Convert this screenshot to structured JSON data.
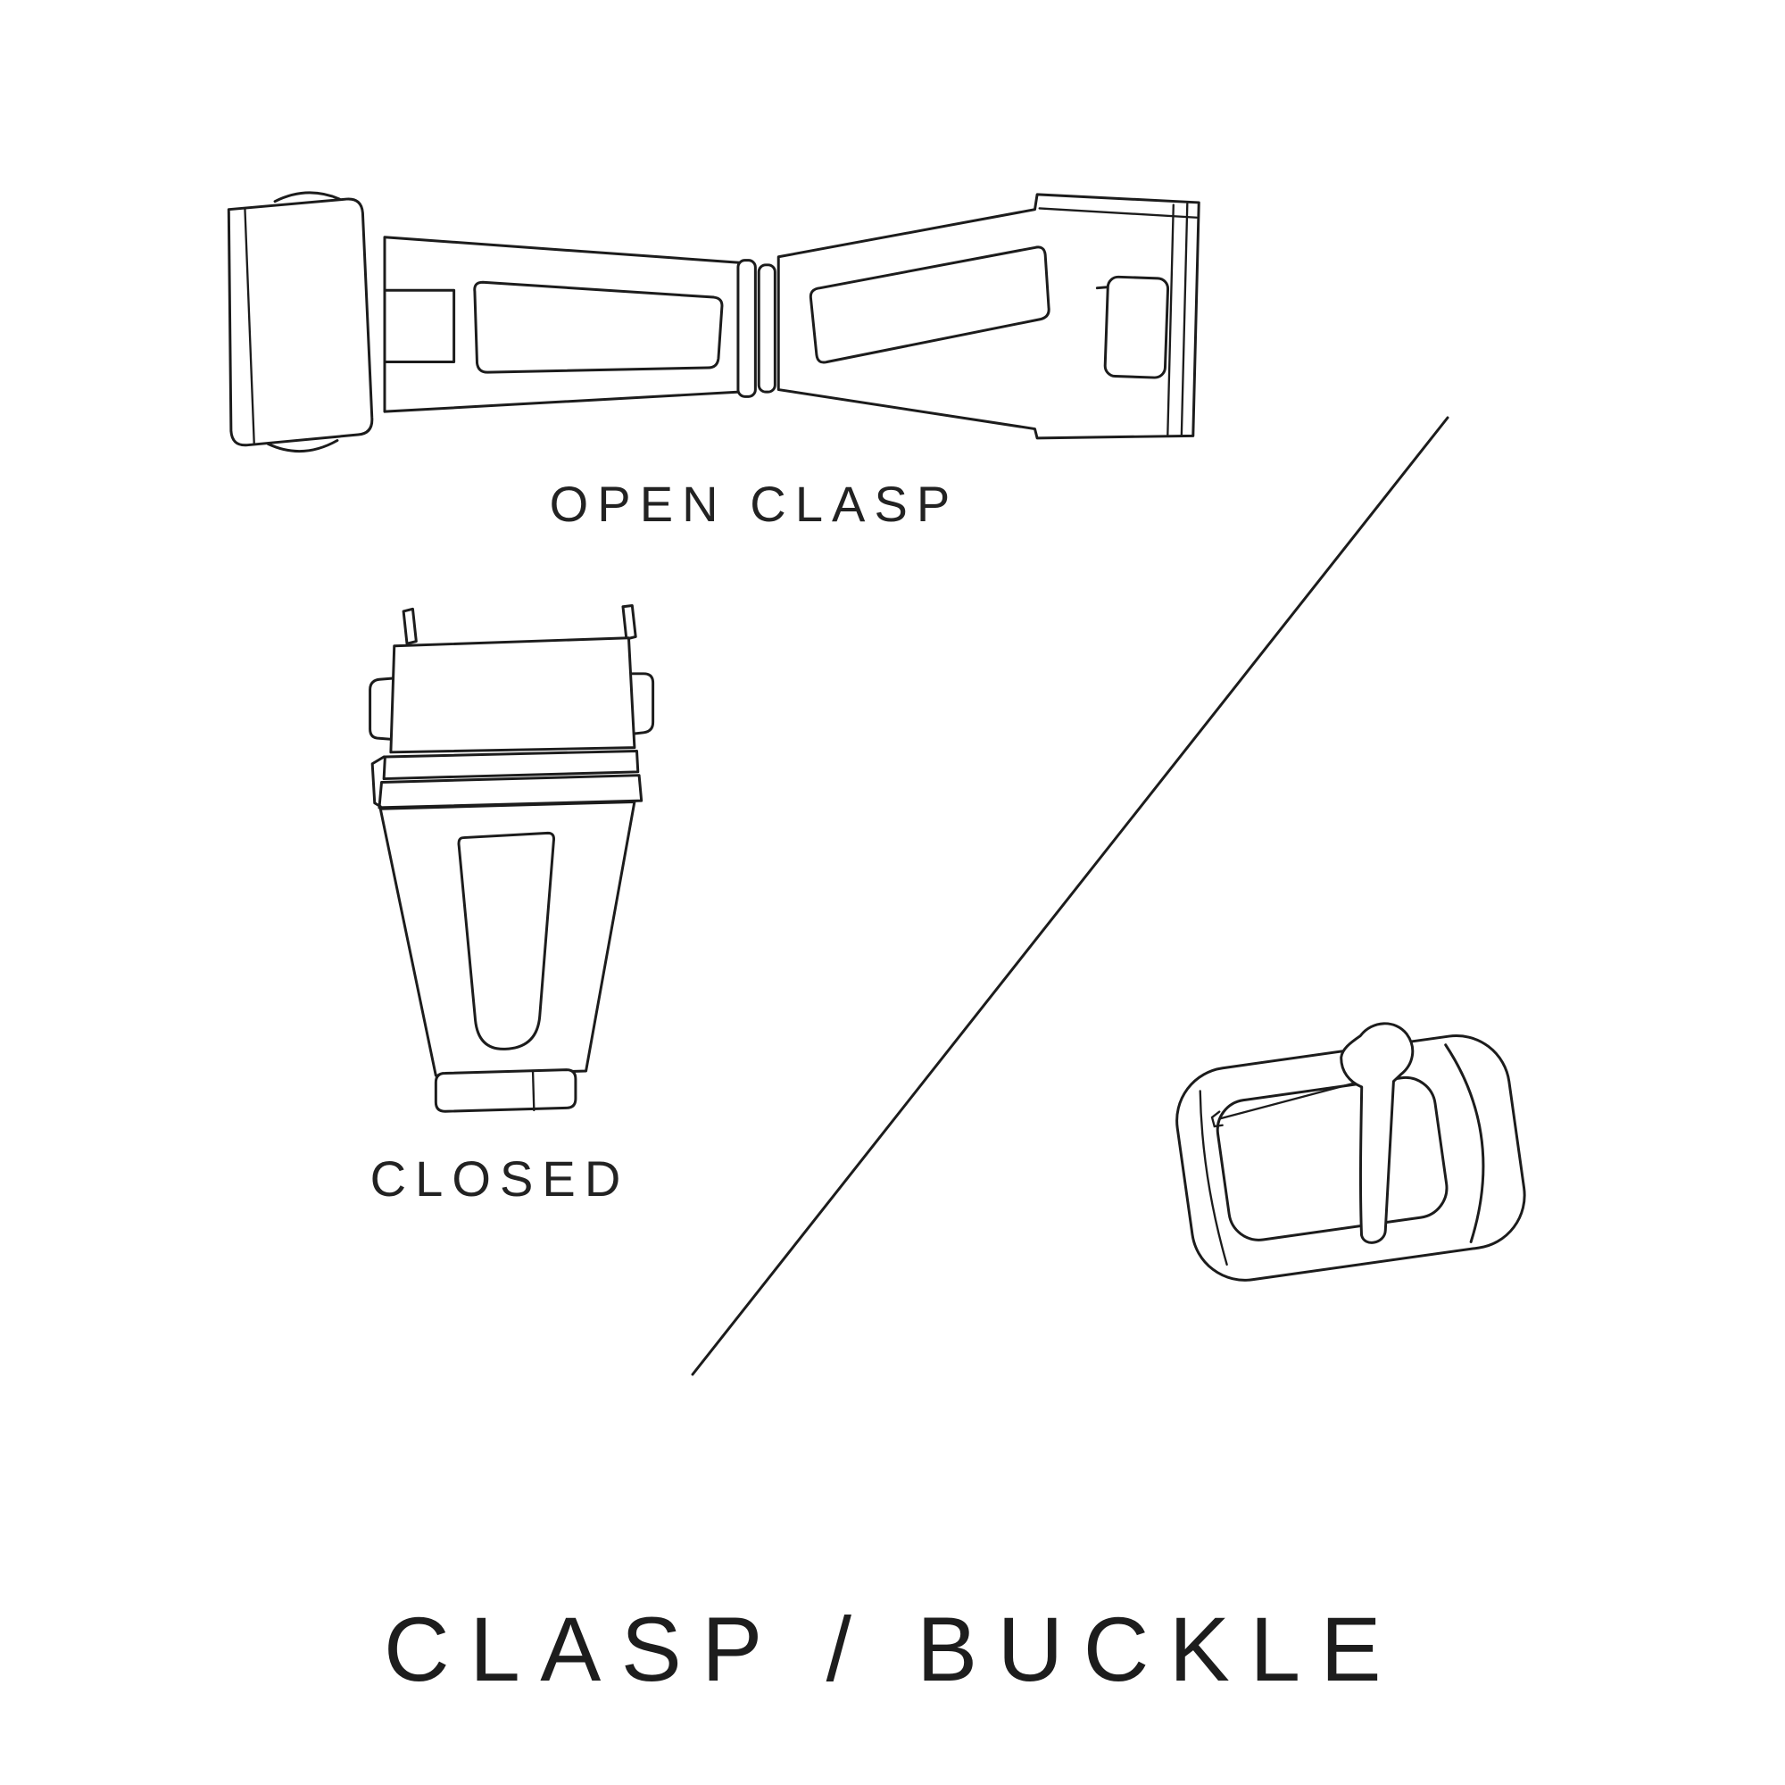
{
  "page": {
    "background_color": "#ffffff",
    "line_color": "#1c1c1c"
  },
  "labels": {
    "open_clasp": "OPEN CLASP",
    "closed": "CLOSED"
  },
  "title": {
    "text": "CLASP / BUCKLE"
  },
  "figures": [
    {
      "id": "open-clasp-drawing",
      "caption": "OPEN CLASP",
      "description": "watch deployant clasp shown fully opened"
    },
    {
      "id": "closed-clasp-drawing",
      "caption": "CLOSED",
      "description": "watch clasp shown closed, top view"
    },
    {
      "id": "tang-buckle-drawing",
      "caption": "",
      "description": "watch strap tang buckle with pin"
    }
  ],
  "divider": {
    "type": "diagonal-line"
  }
}
